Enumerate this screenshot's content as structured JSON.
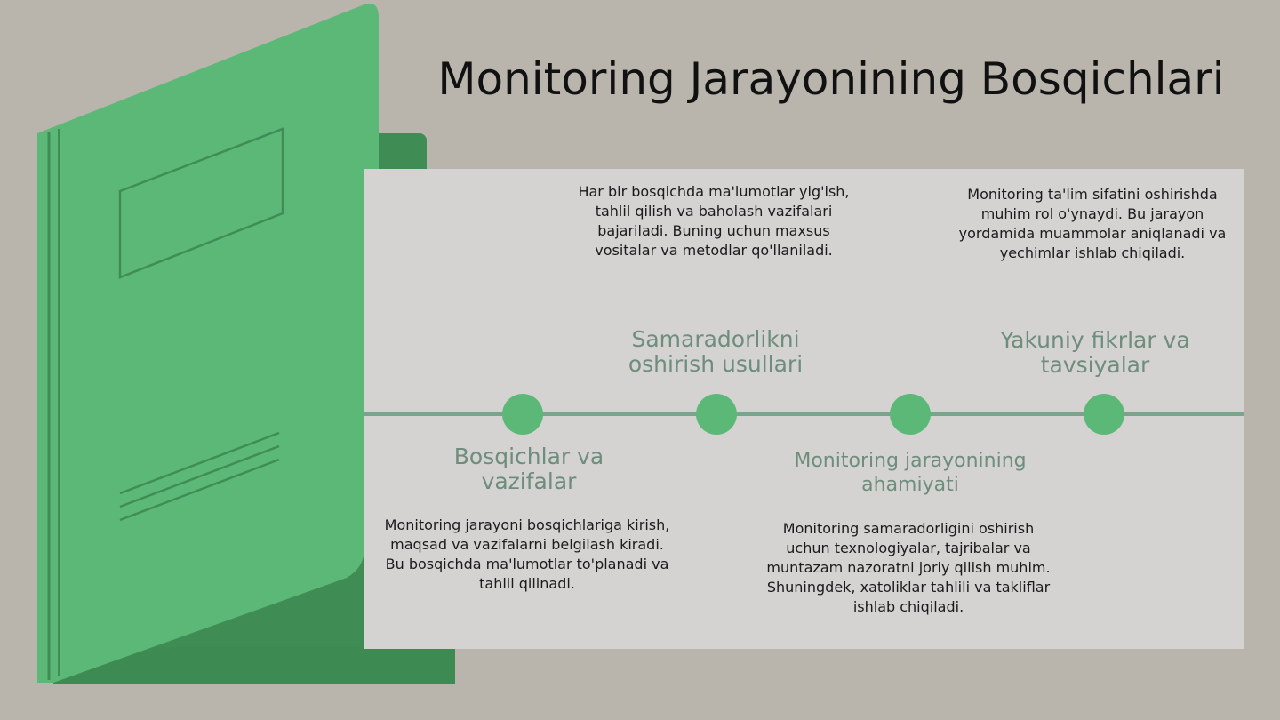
{
  "title": "Monitoring Jarayonining Bosqichlari",
  "colors": {
    "background": "#b9b5ad",
    "panel": "#d4d3d2",
    "folder_green": "#5cb877",
    "folder_dark_green": "#3f8d55",
    "timeline": "#7aa58c",
    "heading": "#6e8d7c"
  },
  "steps": [
    {
      "heading": "Bosqichlar va vazifalar",
      "description": "Monitoring jarayoni bosqichlariga kirish, maqsad va vazifalarni belgilash kiradi. Bu bosqichda ma'lumotlar to'planadi va tahlil qilinadi."
    },
    {
      "heading": "Samaradorlikni oshirish usullari",
      "description": "Har bir bosqichda ma'lumotlar yig'ish, tahlil qilish va baholash vazifalari bajariladi. Buning uchun maxsus vositalar va metodlar qo'llaniladi."
    },
    {
      "heading": "Monitoring jarayonining ahamiyati",
      "description": "Monitoring samaradorligini oshirish uchun texnologiyalar, tajribalar va muntazam nazoratni joriy qilish muhim. Shuningdek, xatoliklar tahlili va takliflar ishlab chiqiladi."
    },
    {
      "heading": "Yakuniy fikrlar va tavsiyalar",
      "description": "Monitoring ta'lim sifatini oshirishda muhim rol o'ynaydi. Bu jarayon yordamida muammolar aniqlanadi va yechimlar ishlab chiqiladi."
    }
  ]
}
